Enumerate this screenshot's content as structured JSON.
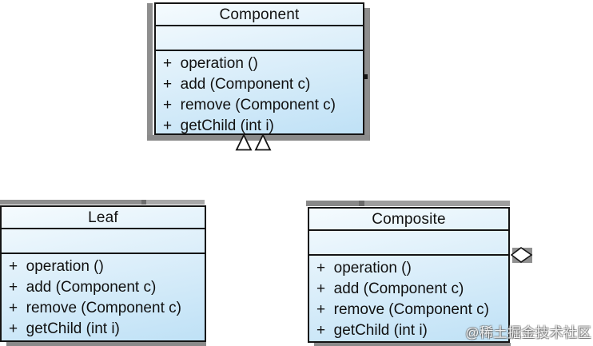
{
  "diagram_type": "uml-class-diagram",
  "classes": {
    "component": {
      "name": "Component",
      "attributes": [],
      "operations": [
        "+  operation ()",
        "+  add (Component c)",
        "+  remove (Component c)",
        "+  getChild (int i)"
      ]
    },
    "leaf": {
      "name": "Leaf",
      "attributes": [],
      "operations": [
        "+  operation ()",
        "+  add (Component c)",
        "+  remove (Component c)",
        "+  getChild (int i)"
      ]
    },
    "composite": {
      "name": "Composite",
      "attributes": [],
      "operations": [
        "+  operation ()",
        "+  add (Component c)",
        "+  remove (Component c)",
        "+  getChild (int i)"
      ]
    }
  },
  "relations": {
    "generalization_leaf": "hollow-triangle-arrowhead",
    "generalization_composite": "hollow-triangle-arrowhead",
    "aggregation_composite_component": "hollow-diamond"
  },
  "watermark": {
    "text": "@稀土掘金技术社区"
  },
  "colors": {
    "box_fill_top": "#f5fbfe",
    "box_fill_bottom": "#bfe1f6",
    "box_border": "#141414",
    "shadow_gray": "#8e8e8e",
    "background": "#ffffff"
  }
}
